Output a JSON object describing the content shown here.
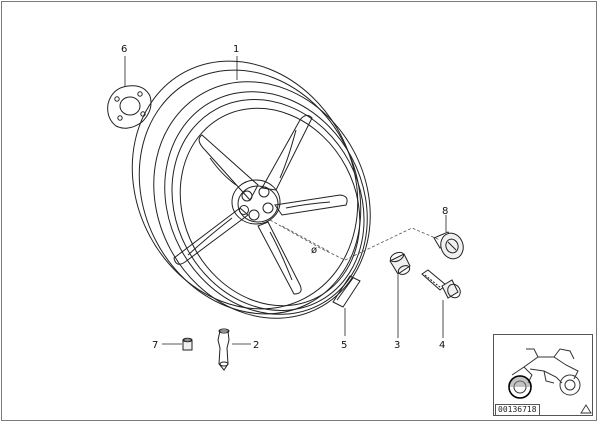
{
  "callouts": {
    "p1": "1",
    "p2": "2",
    "p3": "3",
    "p4": "4",
    "p5": "5",
    "p6": "6",
    "p7": "7",
    "p8": "8"
  },
  "reference_number": "00136718",
  "thumbnail": {
    "icon": "motorcycle-icon"
  },
  "warning_icon": "triangle-icon"
}
